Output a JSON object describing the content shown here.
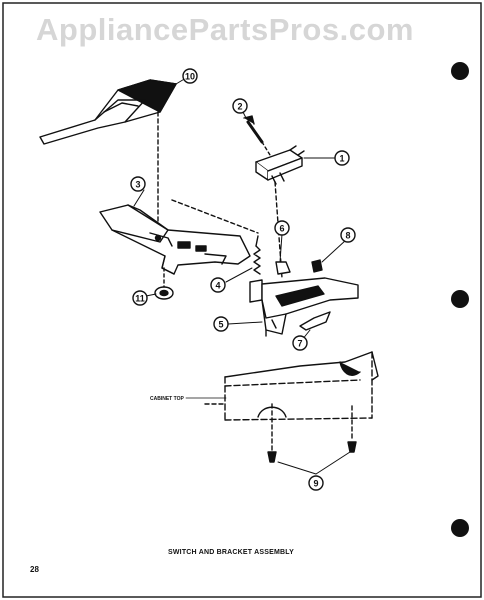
{
  "watermark": "AppliancePartsPros.com",
  "caption": "SWITCH AND BRACKET ASSEMBLY",
  "page_number": "28",
  "cabinet_top_label": "CABINET TOP",
  "callouts": [
    "1",
    "2",
    "3",
    "4",
    "5",
    "6",
    "7",
    "8",
    "9",
    "10",
    "11"
  ]
}
